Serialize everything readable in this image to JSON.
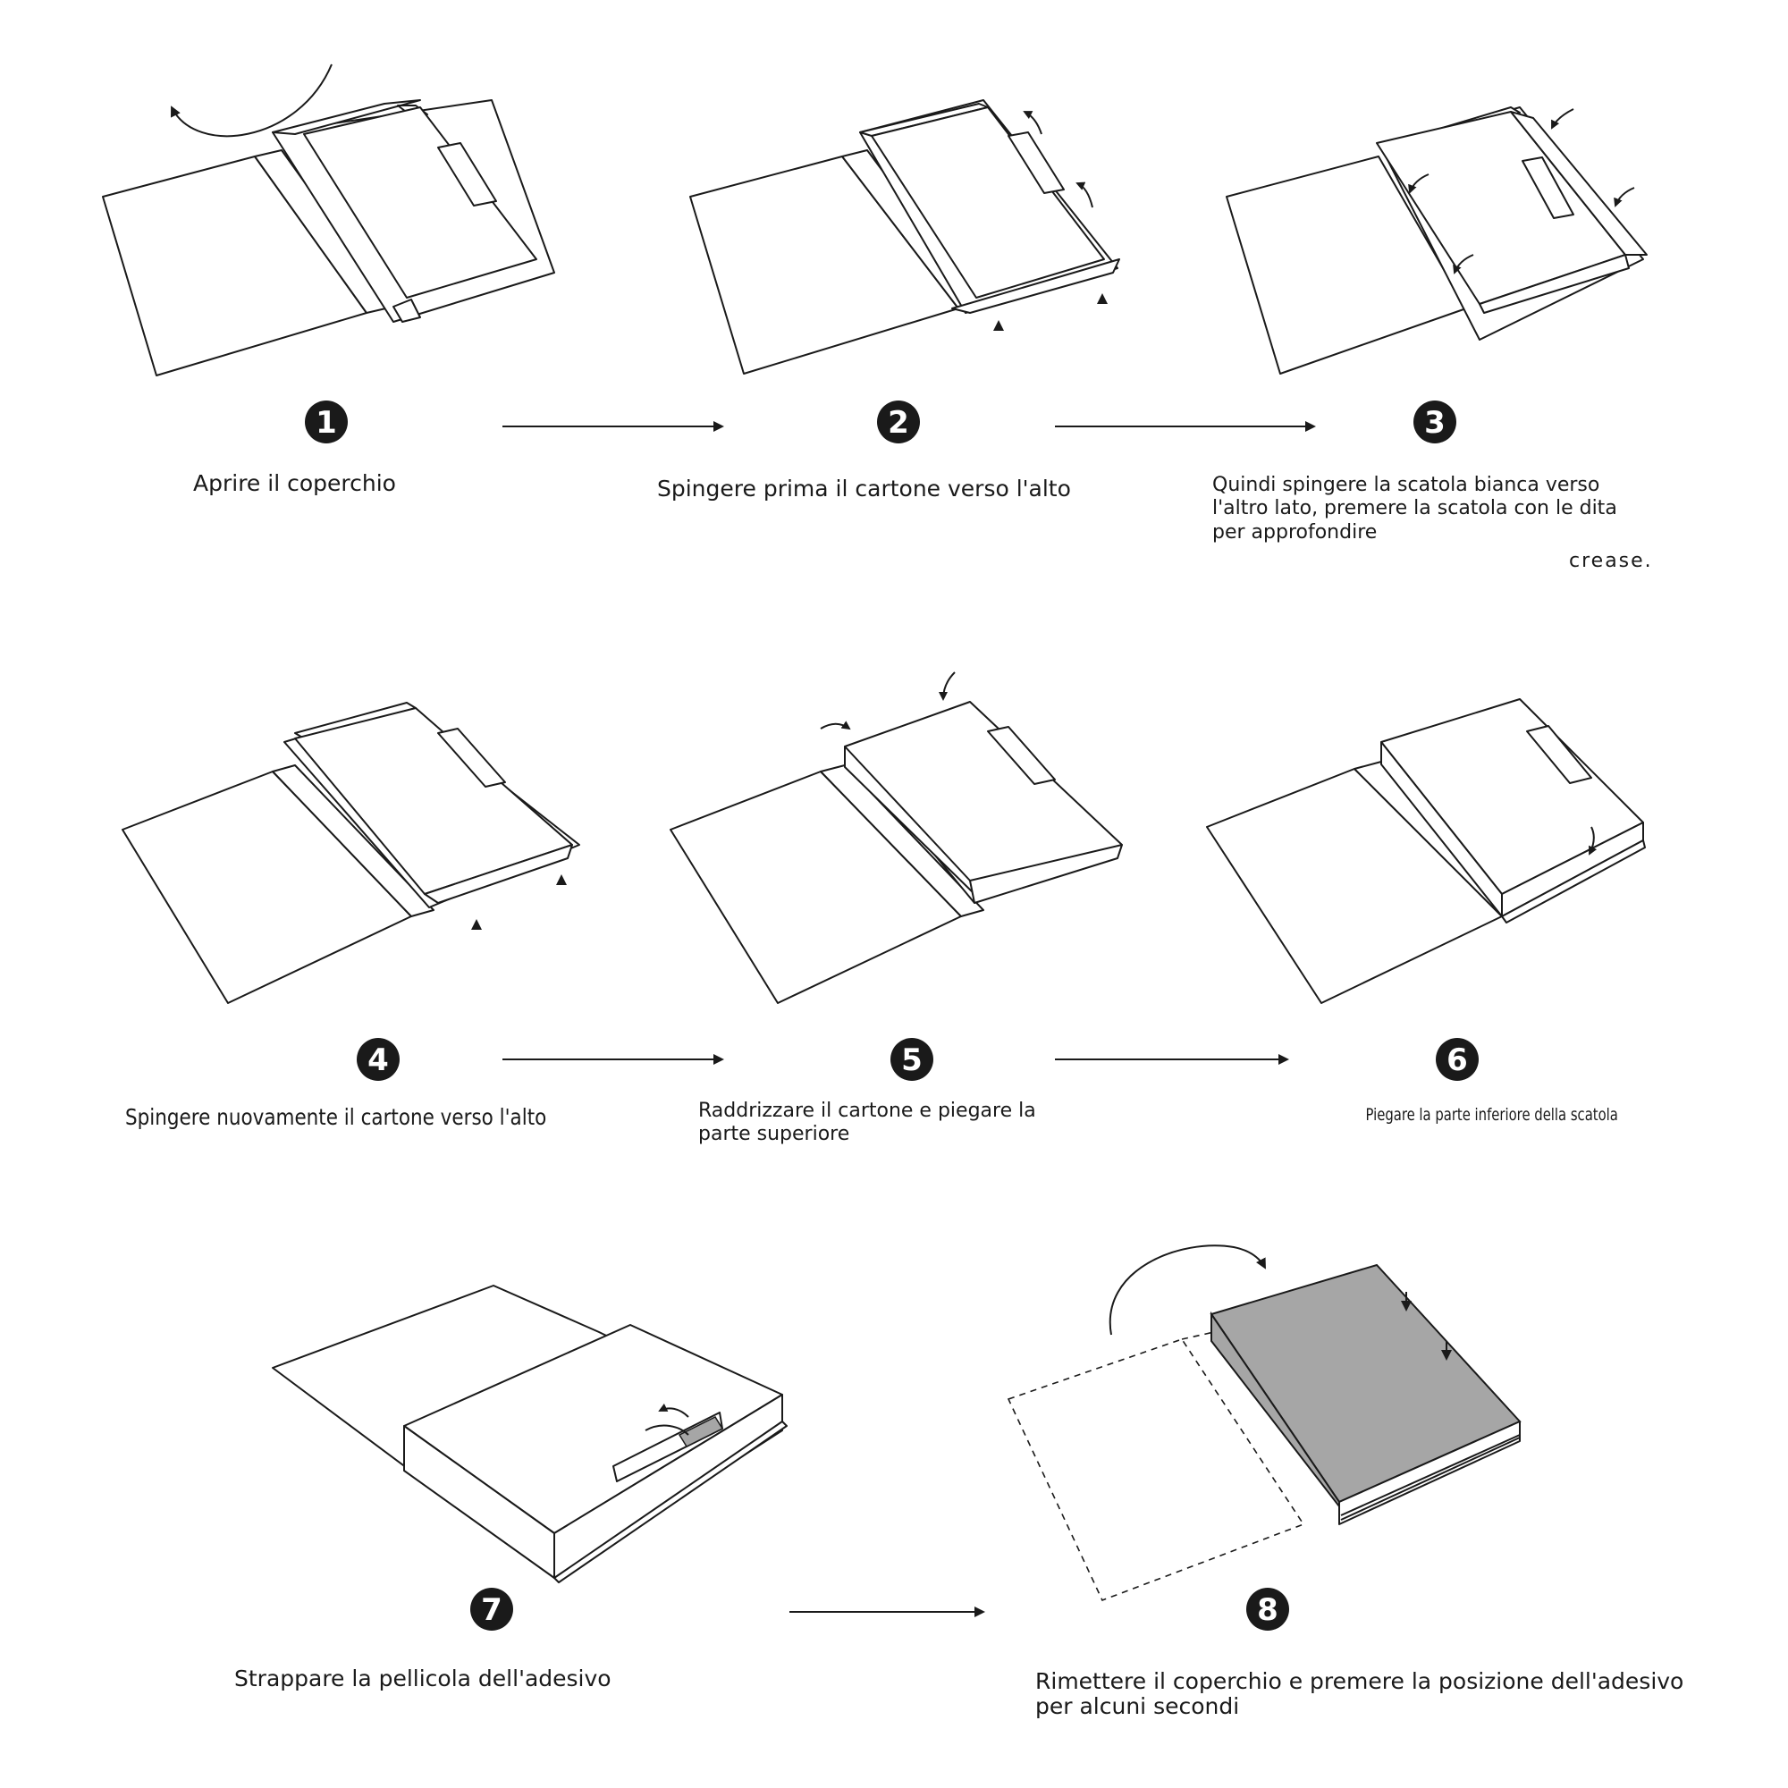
{
  "steps": [
    {
      "number": "1",
      "caption": "Aprire il coperchio"
    },
    {
      "number": "2",
      "caption": "Spingere prima il cartone verso l'alto"
    },
    {
      "number": "3",
      "caption_lines": [
        "Quindi spingere la scatola bianca verso",
        "l'altro lato, premere la scatola con le dita",
        "per approfondire"
      ],
      "caption_tail": "crease."
    },
    {
      "number": "4",
      "caption": "Spingere nuovamente il cartone verso l'alto"
    },
    {
      "number": "5",
      "caption_lines": [
        "Raddrizzare il cartone e piegare la",
        "parte superiore"
      ]
    },
    {
      "number": "6",
      "caption": "Piegare la parte inferiore della scatola"
    },
    {
      "number": "7",
      "caption": "Strappare la pellicola dell'adesivo"
    },
    {
      "number": "8",
      "caption_lines": [
        "Rimettere il coperchio e premere la posizione dell'adesivo",
        "per alcuni secondi"
      ]
    }
  ],
  "colors": {
    "ink": "#1a1a1a",
    "lid_fill": "#a6a6a6",
    "background": "#ffffff"
  }
}
